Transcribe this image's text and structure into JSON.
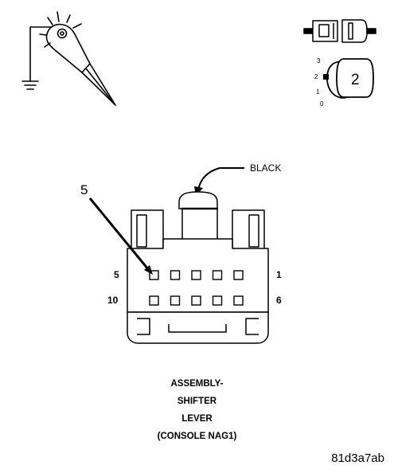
{
  "callout": {
    "terminal_number": "5",
    "wire_color": "BLACK"
  },
  "connector": {
    "pin_labels": {
      "top_left": "5",
      "top_right": "1",
      "bottom_left": "10",
      "bottom_right": "6"
    },
    "rows": 2,
    "pins_per_row": 5
  },
  "key_switch": {
    "positions": [
      "3",
      "2",
      "1",
      "0"
    ],
    "selected_position": "2"
  },
  "caption": {
    "lines": [
      "ASSEMBLY-",
      "SHIFTER",
      "LEVER",
      "(CONSOLE NAG1)"
    ]
  },
  "figure_id": "81d3a7ab"
}
